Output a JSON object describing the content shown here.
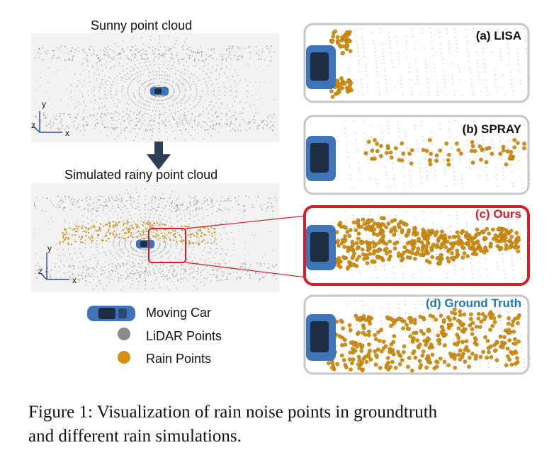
{
  "figure": {
    "sunny_title": "Sunny point cloud",
    "rainy_title": "Simulated rainy point cloud",
    "axis_y": "y",
    "axis_z": "z",
    "axis_x": "x",
    "panels": [
      {
        "label": "(a) LISA",
        "color": "#111111"
      },
      {
        "label": "(b) SPRAY",
        "color": "#111111"
      },
      {
        "label": "(c) Ours",
        "color": "#d0202a"
      },
      {
        "label": "(d) Ground Truth",
        "color": "#1f77b4"
      }
    ],
    "legend": [
      {
        "label": "Moving Car",
        "icon": "car-icon"
      },
      {
        "label": "LiDAR Points",
        "icon": "gray-dot-icon",
        "color": "#8a8a8a"
      },
      {
        "label": "Rain Points",
        "icon": "orange-dot-icon",
        "color": "#d4900f"
      }
    ],
    "colors": {
      "rain": "#d4900f",
      "car": "#3f74b8",
      "highlight": "#d0202a",
      "arrow": "#2d3e55"
    }
  },
  "caption": {
    "line1": "Figure 1: Visualization of rain noise points in groundtruth",
    "line2": "and different rain simulations."
  }
}
